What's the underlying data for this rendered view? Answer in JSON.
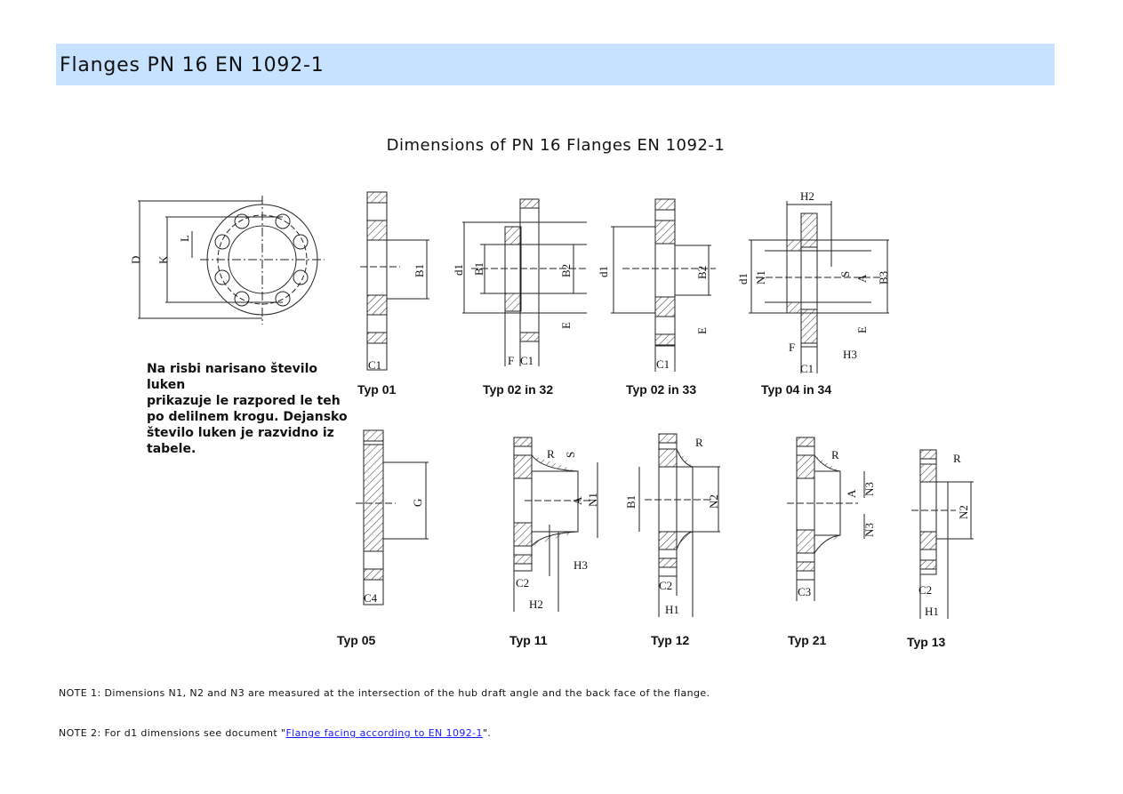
{
  "header": {
    "title": "Flanges PN 16 EN 1092-1"
  },
  "heading": "Dimensions of PN 16 Flanges EN 1092-1",
  "note_lines": [
    "Na risbi narisano število luken",
    "prikazuje le razpored le teh",
    "po delilnem krogu. Dejansko",
    "število luken je razvidno iz",
    "tabele."
  ],
  "types": {
    "t01": "Typ 01",
    "t02_32": "Typ 02 in 32",
    "t02_33": "Typ 02 in 33",
    "t04_34": "Typ 04 in 34",
    "t05": "Typ 05",
    "t11": "Typ 11",
    "t12": "Typ 12",
    "t21": "Typ 21",
    "t13": "Typ 13"
  },
  "dims": {
    "D": "D",
    "K": "K",
    "L": "L",
    "B1": "B1",
    "B2": "B2",
    "B3": "B3",
    "C1": "C1",
    "C2": "C2",
    "C3": "C3",
    "C4": "C4",
    "d1": "d1",
    "E": "E",
    "F": "F",
    "G": "G",
    "H1": "H1",
    "H2": "H2",
    "H3": "H3",
    "N1": "N1",
    "N2": "N2",
    "N3": "N3",
    "S": "S",
    "A": "A",
    "R": "R"
  },
  "notes": {
    "note1": "NOTE 1: Dimensions N1, N2 and N3 are measured at the intersection of the hub draft angle and the back face of the flange.",
    "note2_prefix": "NOTE 2: For d1 dimensions see document \"",
    "note2_link": "Flange facing according to EN 1092-1",
    "note2_suffix": "\"."
  }
}
